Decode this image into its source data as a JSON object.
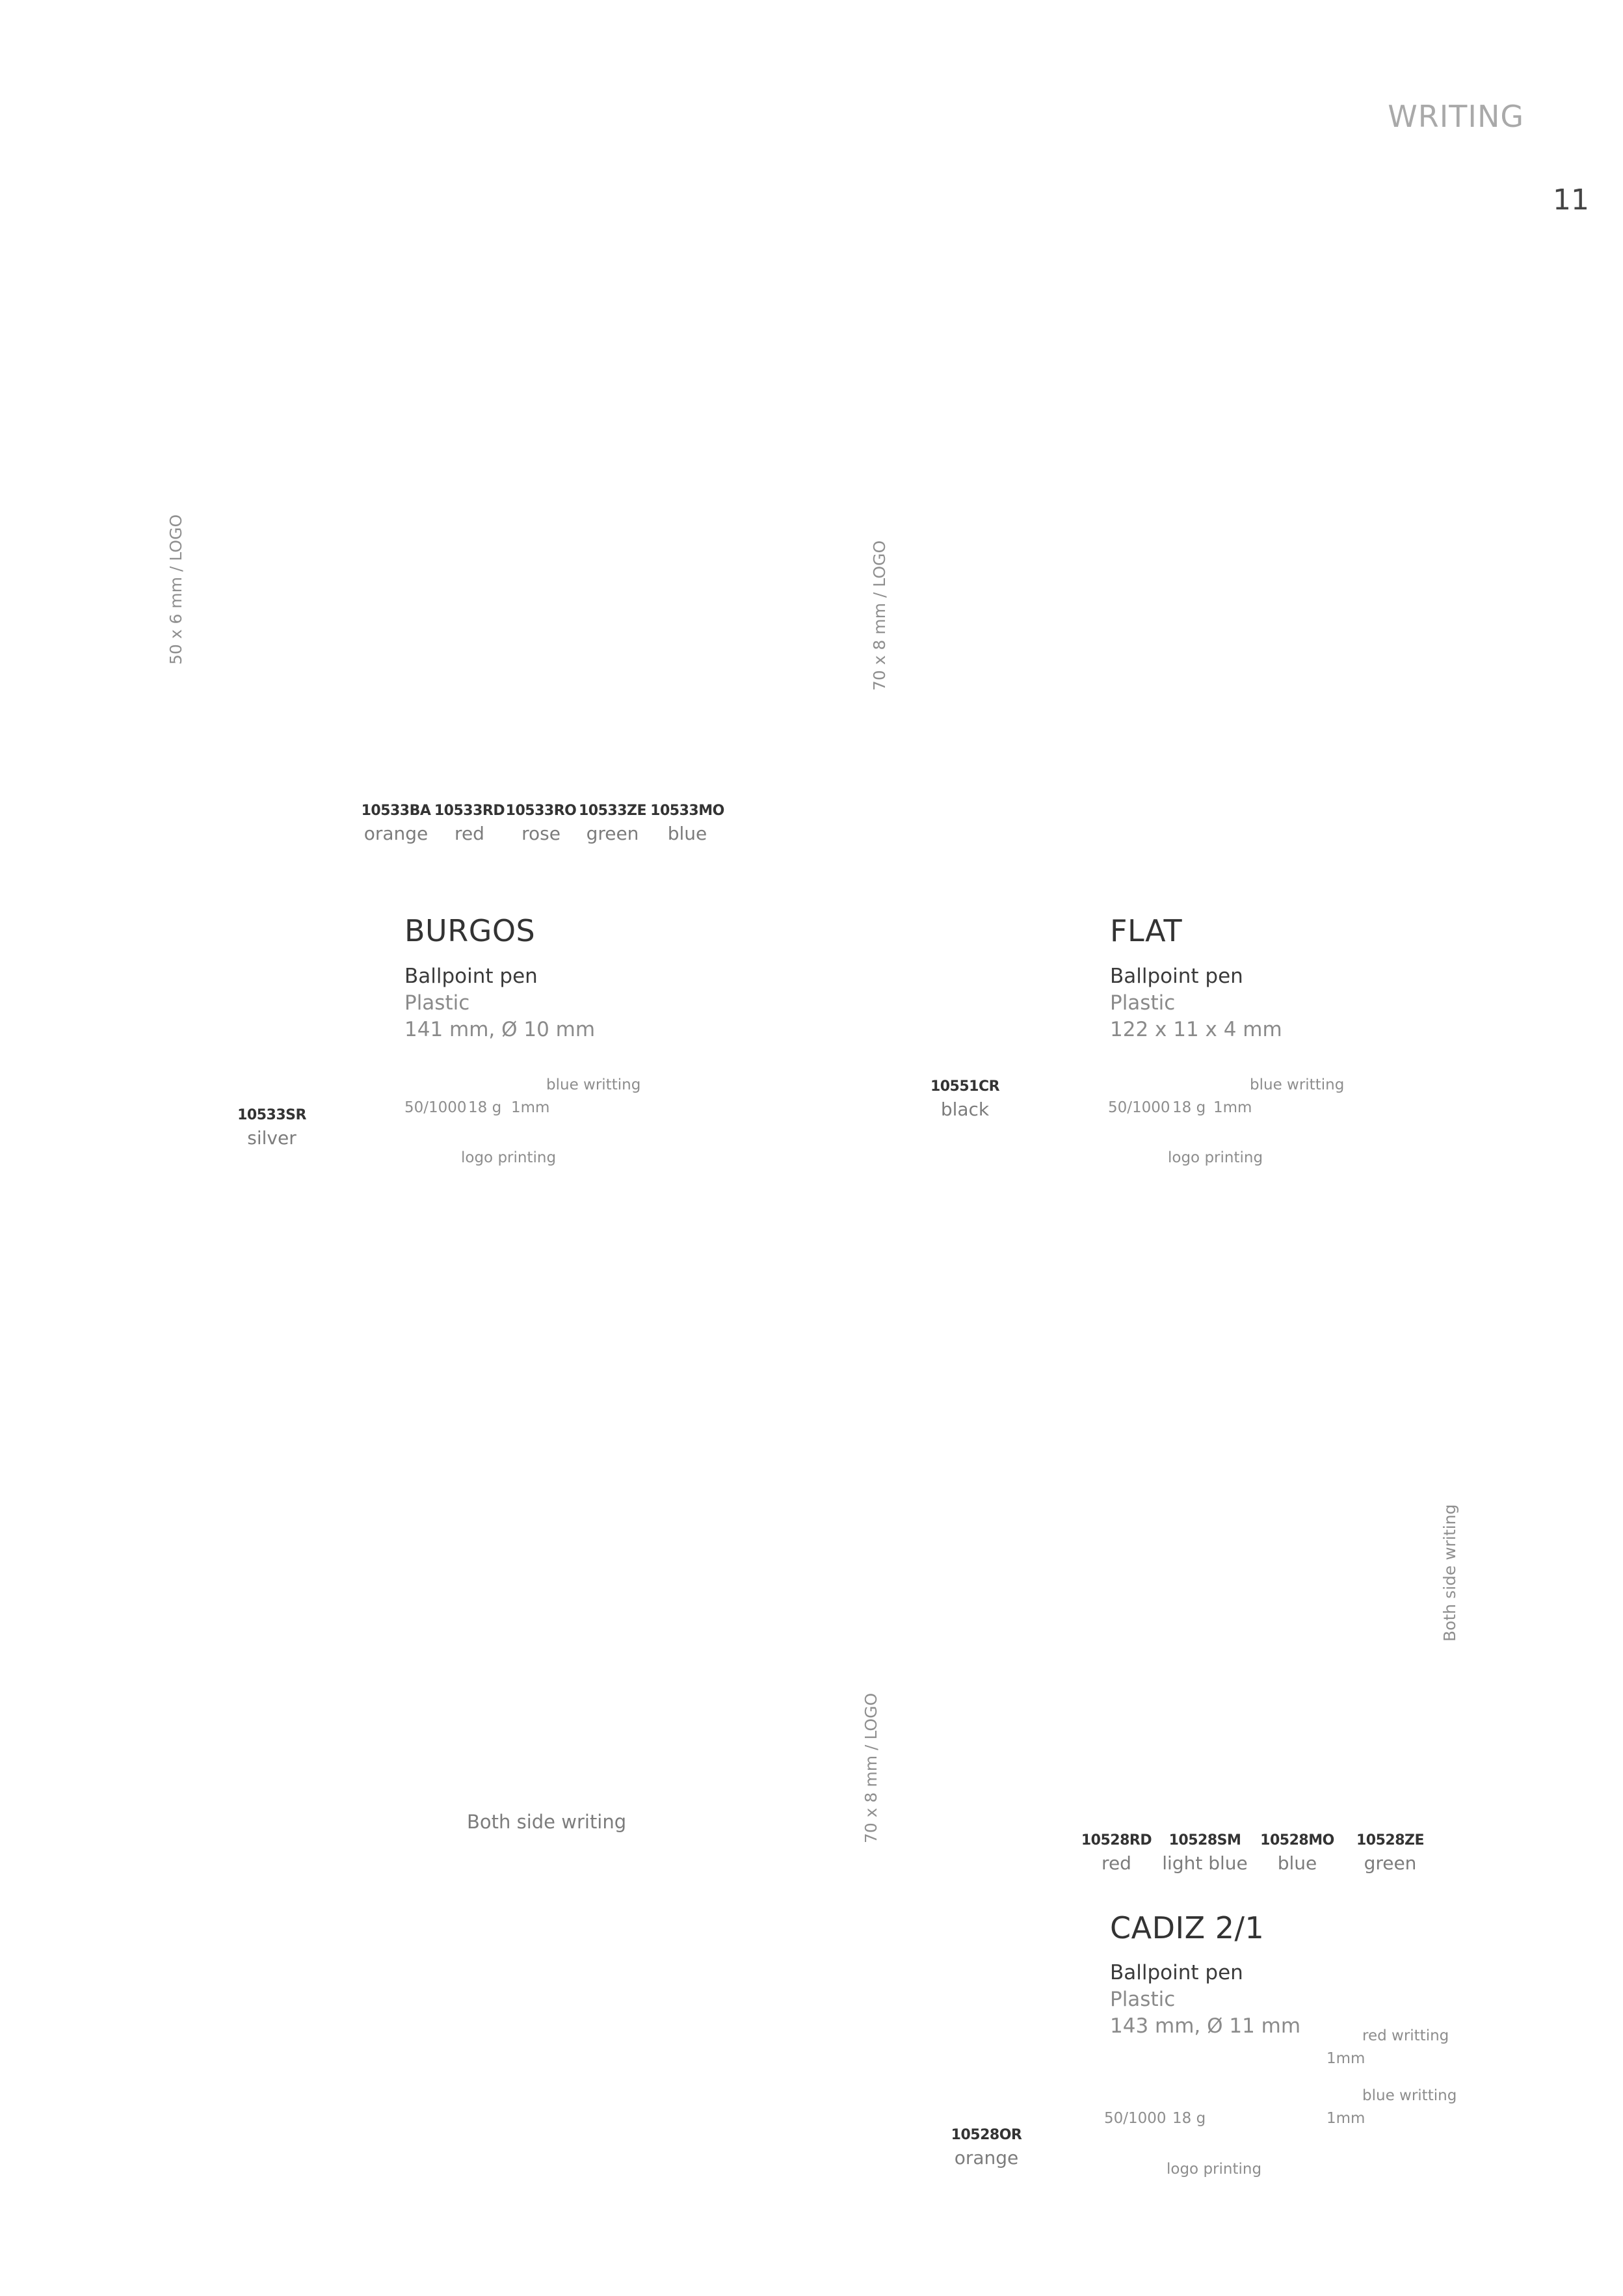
{
  "header": {
    "section": "WRITING",
    "page_number": "11"
  },
  "burgos": {
    "logo_label": "50 x 6 mm  /  LOGO",
    "swatches": [
      {
        "code": "10533BA",
        "color": "orange"
      },
      {
        "code": "10533RD",
        "color": "red"
      },
      {
        "code": "10533RO",
        "color": "rose"
      },
      {
        "code": "10533ZE",
        "color": "green"
      },
      {
        "code": "10533MO",
        "color": "blue"
      }
    ],
    "extra_swatch": {
      "code": "10533SR",
      "color": "silver"
    },
    "name": "BURGOS",
    "type": "Ballpoint pen",
    "material": "Plastic",
    "size": "141 mm, Ø 10 mm",
    "writing": "blue writting",
    "packing": "50/1000",
    "weight": "18 g",
    "tip": "1mm",
    "printing": "logo printing"
  },
  "flat": {
    "logo_label": "70 x 8 mm  /  LOGO",
    "swatch": {
      "code": "10551CR",
      "color": "black"
    },
    "name": "FLAT",
    "type": "Ballpoint pen",
    "material": "Plastic",
    "size": "122 x 11 x 4 mm",
    "writing": "blue writting",
    "packing": "50/1000",
    "weight": "18 g",
    "tip": "1mm",
    "printing": "logo printing"
  },
  "cadiz": {
    "both_side_left": "Both side writing",
    "both_side_right": "Both side writing",
    "logo_label": "70 x 8 mm  /  LOGO",
    "swatches": [
      {
        "code": "10528RD",
        "color": "red"
      },
      {
        "code": "10528SM",
        "color": "light blue"
      },
      {
        "code": "10528MO",
        "color": "blue"
      },
      {
        "code": "10528ZE",
        "color": "green"
      }
    ],
    "extra_swatch": {
      "code": "10528OR",
      "color": "orange"
    },
    "name": "CADIZ 2/1",
    "type": "Ballpoint pen",
    "material": "Plastic",
    "size": "143 mm, Ø 11 mm",
    "writing_red": "red writting",
    "tip_red": "1mm",
    "writing_blue": "blue writting",
    "tip_blue": "1mm",
    "packing": "50/1000",
    "weight": "18 g",
    "printing": "logo printing"
  }
}
